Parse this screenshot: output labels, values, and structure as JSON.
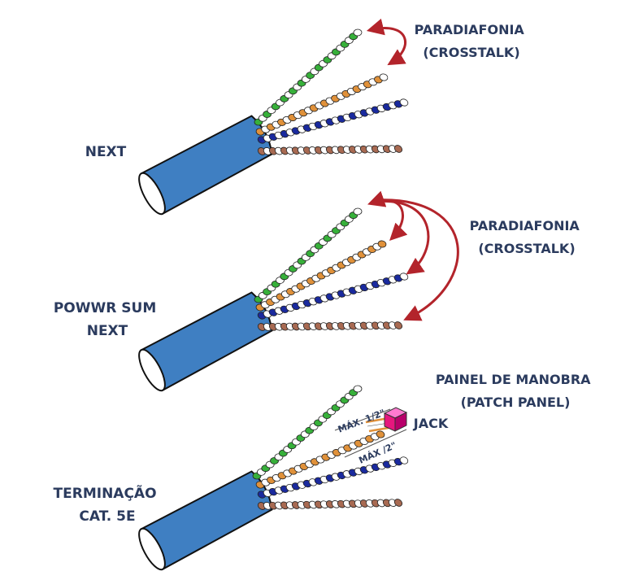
{
  "panels": [
    {
      "id": "next",
      "label_lines": [
        "NEXT"
      ],
      "annotation_lines": [
        "PARADIAFONIA",
        "(CROSSTALK)"
      ]
    },
    {
      "id": "power-sum-next",
      "label_lines": [
        "POWWR SUM",
        "NEXT"
      ],
      "annotation_lines": [
        "PARADIAFONIA",
        "(CROSSTALK)"
      ]
    },
    {
      "id": "termination",
      "label_lines": [
        "TERMINAÇÃO",
        "CAT. 5E"
      ],
      "annotation_lines": [
        "PAINEL DE MANOBRA",
        "(PATCH PANEL)"
      ],
      "jack_label": "JACK",
      "max_upper": "MÁX. 1/2\"",
      "max_lower": "MÁX /2\""
    }
  ],
  "colors": {
    "cable": "#3f7fc2",
    "cable_outline": "#111111",
    "text": "#2b3b5e",
    "arrow": "#b3242b",
    "jack": "#e6177e",
    "pairs": [
      "#37b03a",
      "#e0913a",
      "#1a2a9e",
      "#a86a52"
    ]
  }
}
